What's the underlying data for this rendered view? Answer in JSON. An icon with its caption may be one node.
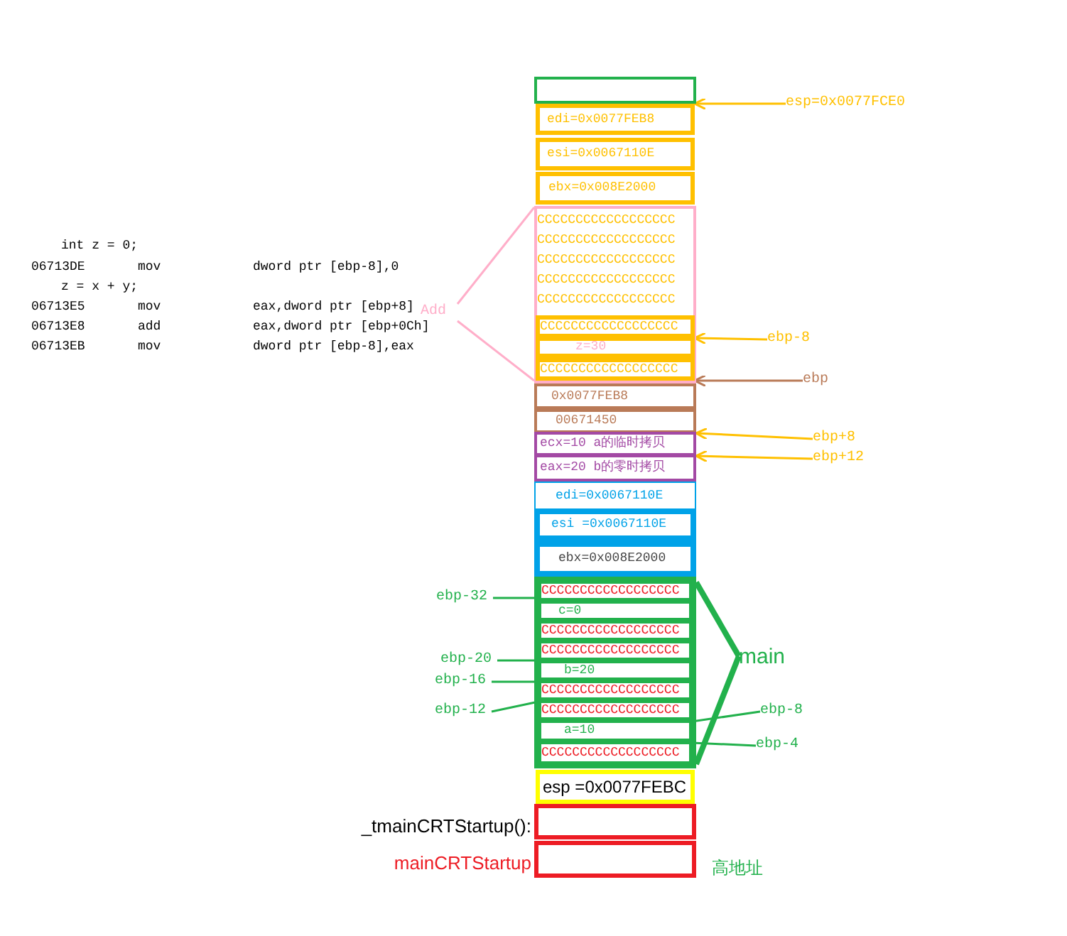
{
  "diagram": {
    "nodes": [
      {
        "text": [],
        "shape": "box"
      },
      {
        "text": [
          "edi=0x0077FEB8"
        ]
      },
      {
        "text": [
          "esi=0x0067110E"
        ]
      },
      {
        "text": [
          "ebx=0x008E2000"
        ]
      },
      {
        "text": [
          "CCCCCCCCCCCCCCCCCC",
          "CCCCCCCCCCCCCCCCCC",
          "CCCCCCCCCCCCCCCCCC",
          "CCCCCCCCCCCCCCCCCC",
          "CCCCCCCCCCCCCCCCCC"
        ]
      },
      {
        "text": [
          "CCCCCCCCCCCCCCCCCC"
        ],
        "in": 4
      },
      {
        "text": [
          "z=30"
        ],
        "in": 4
      },
      {
        "text": [
          "CCCCCCCCCCCCCCCCCC"
        ],
        "in": 4
      },
      {
        "text": [
          "0x0077FEB8"
        ]
      },
      {
        "text": [
          "00671450"
        ]
      },
      {
        "text": [
          "ecx=10 a的临时拷贝"
        ]
      },
      {
        "text": [
          "eax=20 b的零时拷贝"
        ]
      },
      {
        "text": [
          "edi=0x0067110E"
        ]
      },
      {
        "text": [
          "esi =0x0067110E"
        ]
      },
      {
        "text": [
          "ebx=0x008E2000"
        ]
      },
      {
        "text": [],
        "shape": "box"
      },
      {
        "text": [
          "CCCCCCCCCCCCCCCCCC"
        ],
        "in": 15
      },
      {
        "text": [
          "c=0"
        ],
        "in": 15
      },
      {
        "text": [
          "CCCCCCCCCCCCCCCCCC"
        ],
        "in": 15
      },
      {
        "text": [
          "CCCCCCCCCCCCCCCCCC"
        ],
        "in": 15
      },
      {
        "text": [
          "b=20"
        ],
        "in": 15
      },
      {
        "text": [
          "CCCCCCCCCCCCCCCCCC"
        ],
        "in": 15
      },
      {
        "text": [
          "CCCCCCCCCCCCCCCCCC"
        ],
        "in": 15
      },
      {
        "text": [
          "a=10"
        ],
        "in": 15
      },
      {
        "text": [
          "CCCCCCCCCCCCCCCCCC"
        ],
        "in": 15
      },
      {
        "text": [
          "esp =0x0077FEBC"
        ]
      },
      {
        "text": [],
        "shape": "box",
        "beside": [
          "_tmainCRTStartup():"
        ]
      },
      {
        "text": [],
        "shape": "box",
        "beside": [
          "mainCRTStartup"
        ]
      },
      {
        "text": [
          "esp=0x0077FCE0"
        ]
      },
      {
        "text": [
          "ebp-8"
        ]
      },
      {
        "text": [
          "ebp"
        ]
      },
      {
        "text": [
          "ebp+8"
        ]
      },
      {
        "text": [
          "ebp+12"
        ]
      },
      {
        "text": [
          "Add"
        ]
      },
      {
        "text": [
          "ebp-32"
        ]
      },
      {
        "text": [
          "ebp-20"
        ]
      },
      {
        "text": [
          "ebp-16"
        ]
      },
      {
        "text": [
          "ebp-12"
        ]
      },
      {
        "text": [
          "ebp-8"
        ]
      },
      {
        "text": [
          "ebp-4"
        ]
      },
      {
        "text": [
          "main"
        ]
      }
    ],
    "edges": [
      {
        "from": 28,
        "to": 1,
        "arrow": "to",
        "color": "#ffc000"
      },
      {
        "from": 29,
        "to": 5,
        "arrow": "to",
        "color": "#ffc000"
      },
      {
        "from": 30,
        "to": 7,
        "arrow": "to",
        "color": "#b97a57"
      },
      {
        "from": 31,
        "to": 10,
        "arrow": "to",
        "color": "#ffc000"
      },
      {
        "from": 32,
        "to": 11,
        "arrow": "to",
        "color": "#ffc000"
      },
      {
        "from": 33,
        "to": 4,
        "arrow": "none",
        "color": "#ffaec9"
      },
      {
        "from": 33,
        "to": 4,
        "arrow": "none",
        "color": "#ffaec9"
      },
      {
        "from": 34,
        "to": 16,
        "arrow": "none"
      },
      {
        "from": 35,
        "to": 19,
        "arrow": "none"
      },
      {
        "from": 36,
        "to": 21,
        "arrow": "none"
      },
      {
        "from": 37,
        "to": 22,
        "arrow": "none"
      },
      {
        "from": 38,
        "to": 23,
        "arrow": "none"
      },
      {
        "from": 39,
        "to": 24,
        "arrow": "none"
      },
      {
        "from": 40,
        "to": 15,
        "arrow": "none",
        "style": "thick"
      },
      {
        "from": 40,
        "to": 15,
        "arrow": "none",
        "style": "thick"
      }
    ],
    "labels": [
      "int z = 0;",
      "06713DE",
      "mov",
      "dword ptr [ebp-8],0",
      "z = x + y;",
      "06713E5",
      "mov",
      "eax,dword ptr [ebp+8]",
      "06713E8",
      "add",
      "eax,dword ptr [ebp+0Ch]",
      "06713EB",
      "mov",
      "dword ptr [ebp-8],eax",
      "高地址"
    ]
  }
}
